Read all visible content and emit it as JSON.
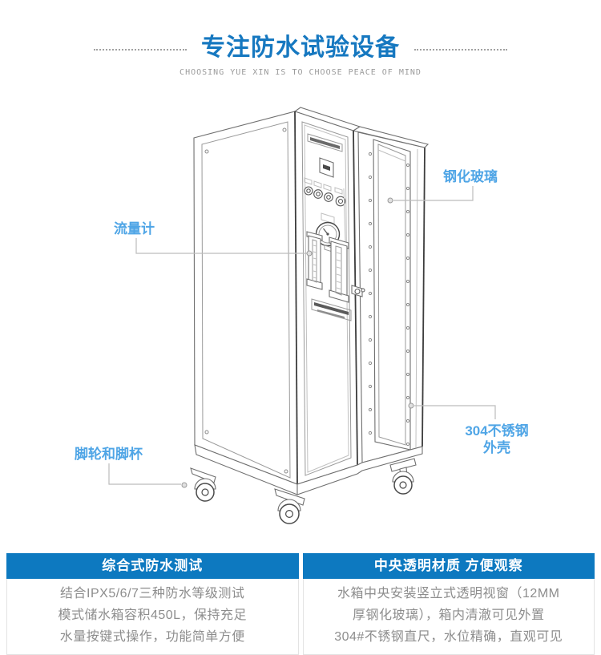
{
  "header": {
    "title": "专注防水试验设备",
    "subtitle": "CHOOSING YUE XIN IS TO CHOOSE PEACE OF MIND"
  },
  "figure": {
    "labels": {
      "tempered_glass": "钢化玻璃",
      "flow_meter": "流量计",
      "stainless_shell": "304不锈钢\n外壳",
      "casters": "脚轮和脚杯"
    }
  },
  "features": [
    {
      "title": "综合式防水测试",
      "body": "结合IPX5/6/7三种防水等级测试\n模式储水箱容积450L，保持充足\n水量按键式操作，功能简单方便"
    },
    {
      "title": "中央透明材质 方便观察",
      "body": "水箱中央安装竖立式透明视窗（12MM\n厚钢化玻璃），箱内清澈可见外置\n304#不锈钢直尺，水位精确，直观可见"
    }
  ],
  "colors": {
    "title_blue": "#1678c0",
    "callout_blue": "#4fa5e6",
    "card_header_blue": "#0d79c0",
    "body_gray": "#8d8d8d"
  }
}
